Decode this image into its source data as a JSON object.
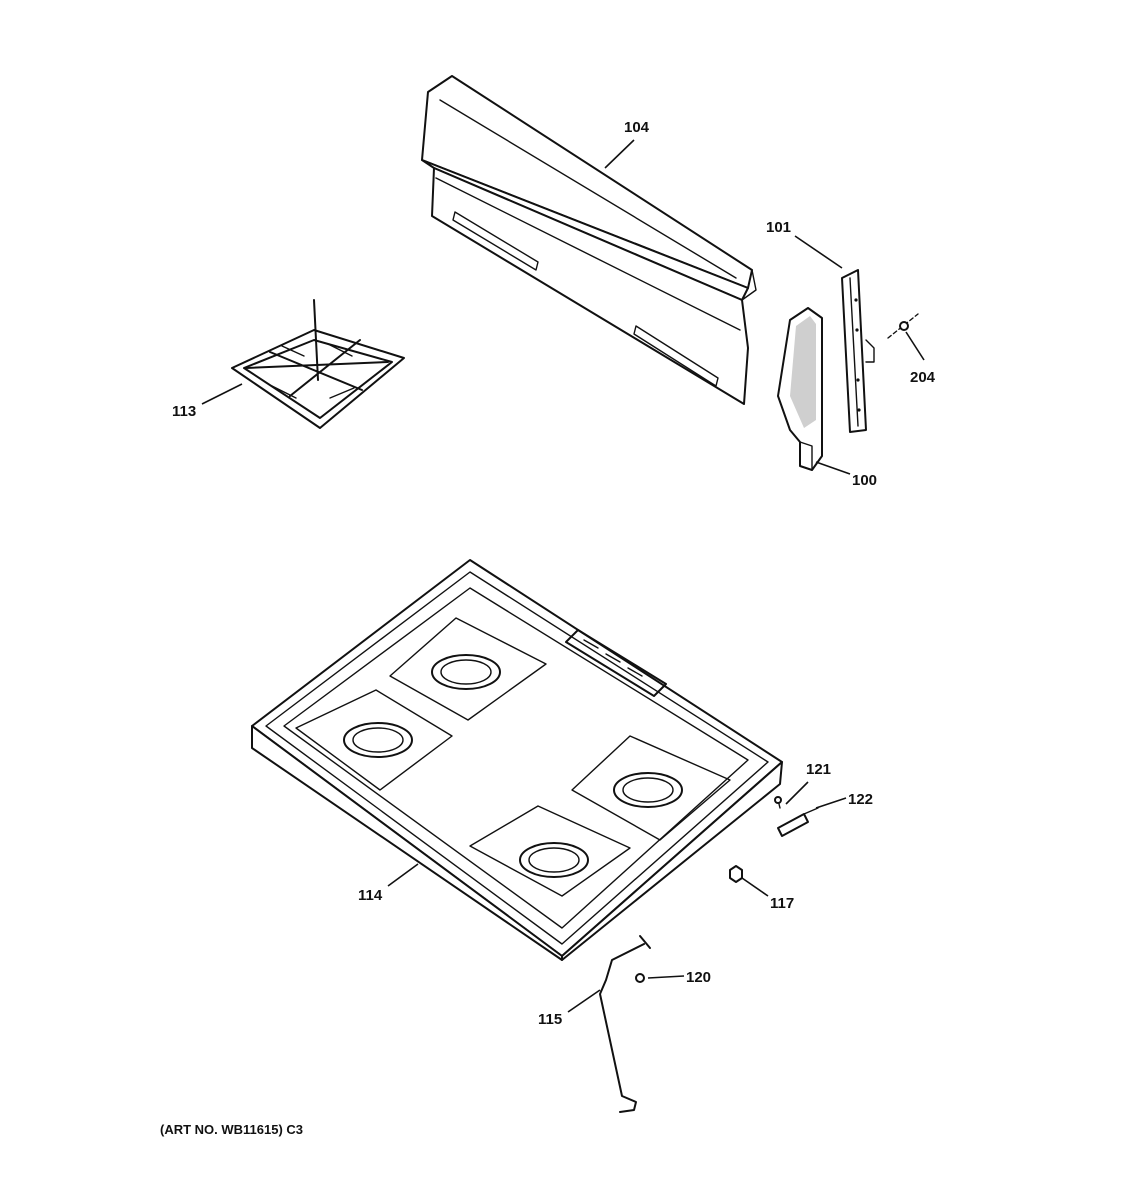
{
  "callouts": {
    "c104": "104",
    "c101": "101",
    "c204": "204",
    "c113": "113",
    "c100": "100",
    "c121": "121",
    "c122": "122",
    "c114": "114",
    "c117": "117",
    "c120": "120",
    "c115": "115"
  },
  "art_number": "(ART NO. WB11615) C3"
}
